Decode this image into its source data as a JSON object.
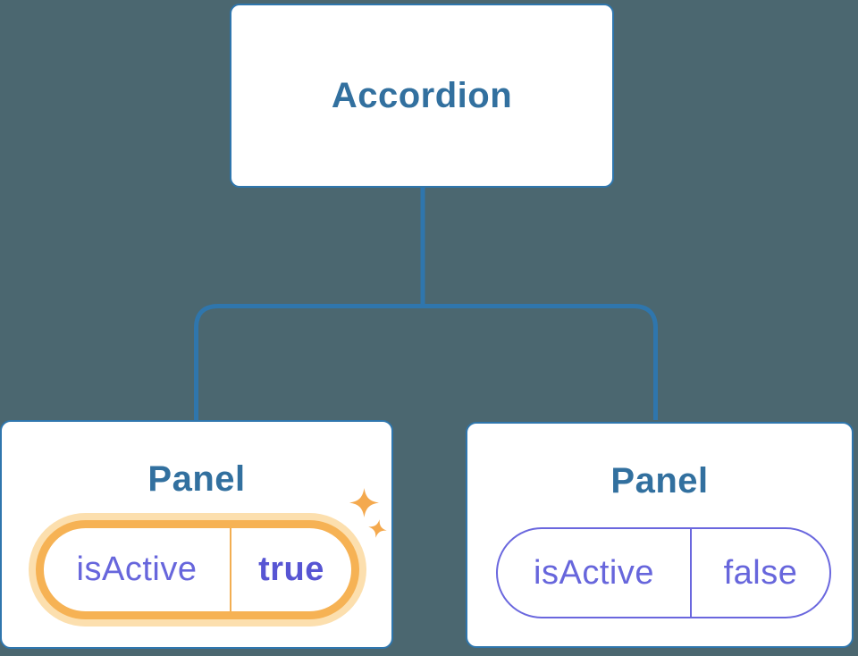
{
  "colors": {
    "background": "#4b6770",
    "line_blue": "#2f76ad",
    "title_blue": "#32709f",
    "node_fill": "#ffffff",
    "state_purple": "#6766dc",
    "state_purple_bold": "#5755d3",
    "highlight_orange": "#f6b254",
    "highlight_glow": "#fcdfae",
    "highlight_divider": "#f2ae52",
    "sparkle_orange": "#f4a94e"
  },
  "tree": {
    "root": {
      "label": "Accordion"
    },
    "children": [
      {
        "label": "Panel",
        "icon": "sparkles-icon",
        "state": {
          "name": "isActive",
          "value": "true",
          "highlighted": true
        }
      },
      {
        "label": "Panel",
        "state": {
          "name": "isActive",
          "value": "false",
          "highlighted": false
        }
      }
    ]
  }
}
